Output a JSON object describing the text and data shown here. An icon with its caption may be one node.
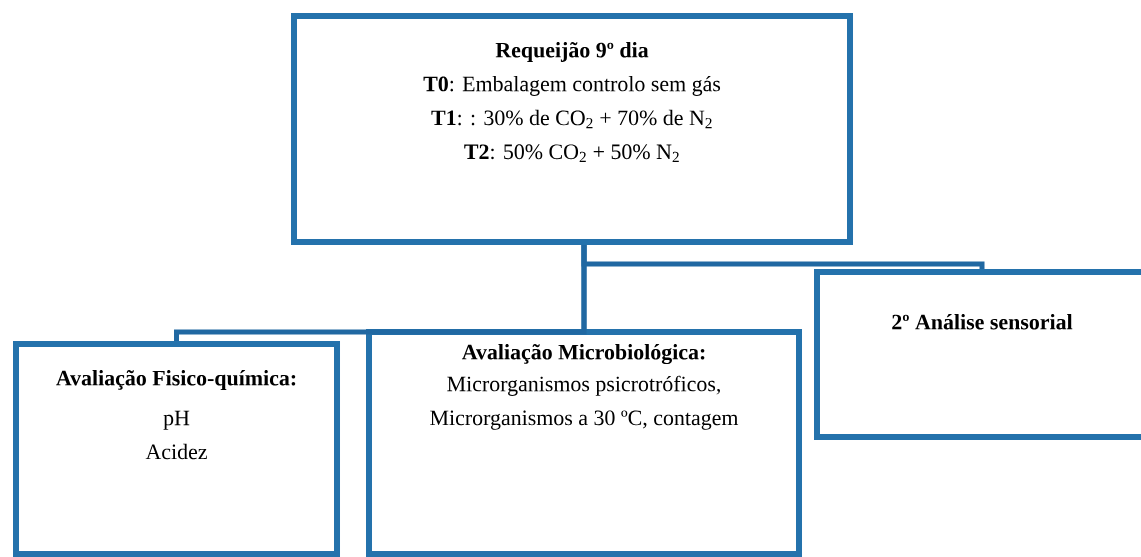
{
  "diagram": {
    "nodes": [
      {
        "text": [
          "Requeijão 9º dia",
          "**T0**: Embalagem controlo sem gás",
          "**T1**: : 30% de CO$_{2}$ + 70% de N$_{2}$",
          "**T2**: 50% CO$_{2}$ + 50% N$_{2}$"
        ]
      },
      {
        "text": [
          "Avaliação Fisico-química:",
          "pH",
          "Acidez"
        ]
      },
      {
        "text": [
          "Avaliação Microbiológica:",
          "Microrganismos psicrotróficos,",
          "Microrganismos a 30 ºC, contagem"
        ]
      },
      {
        "text": [
          "2º Análise sensorial"
        ]
      }
    ],
    "edges": [
      {
        "from": 0,
        "to": 1,
        "arrow": "none"
      },
      {
        "from": 0,
        "to": 2,
        "arrow": "none"
      },
      {
        "from": 0,
        "to": 3,
        "arrow": "none"
      }
    ]
  }
}
